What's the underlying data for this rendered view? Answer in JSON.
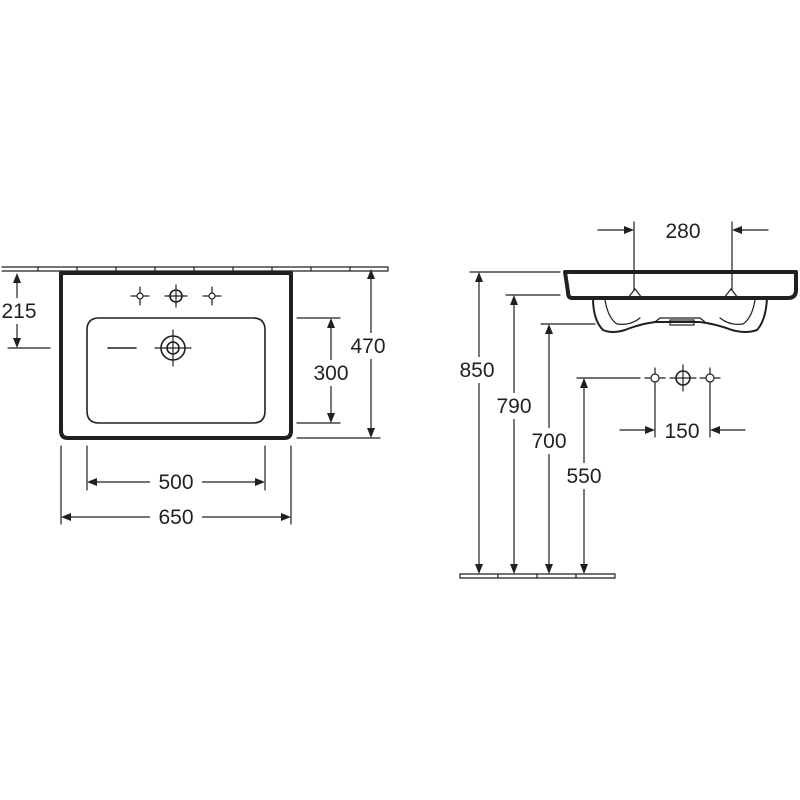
{
  "drawing": {
    "front_view": {
      "overall_width": "650",
      "bowl_width": "500",
      "bowl_depth": "300",
      "overall_depth": "470",
      "tap_offset": "215"
    },
    "side_view": {
      "tap_hole_spacing": "150",
      "bracket_spacing": "280",
      "rim_height": "850",
      "bowl_height": "790",
      "trap_height": "700",
      "tap_holes_height": "550"
    }
  }
}
